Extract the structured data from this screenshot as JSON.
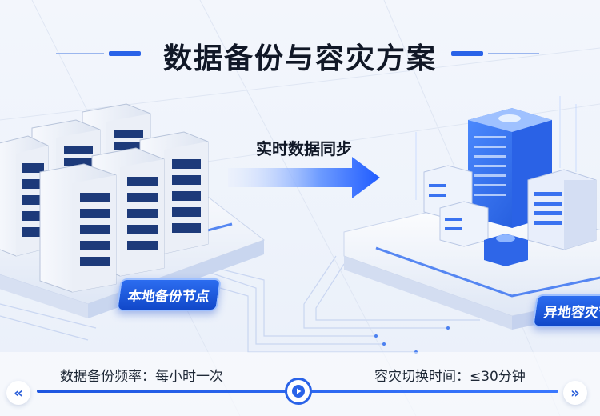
{
  "title": "数据备份与容灾方案",
  "sync_label": "实时数据同步",
  "local_node_label": "本地备份节点",
  "remote_node_label": "异地容灾节",
  "info": {
    "backup_frequency": "数据备份频率：每小时一次",
    "failover_time": "容灾切换时间：≤30分钟"
  },
  "controls": {
    "prev_icon": "«",
    "next_icon": "»",
    "play_icon": "play-icon"
  },
  "colors": {
    "accent": "#2a63e8",
    "title_text": "#111827",
    "background": "#f0f4fb"
  }
}
